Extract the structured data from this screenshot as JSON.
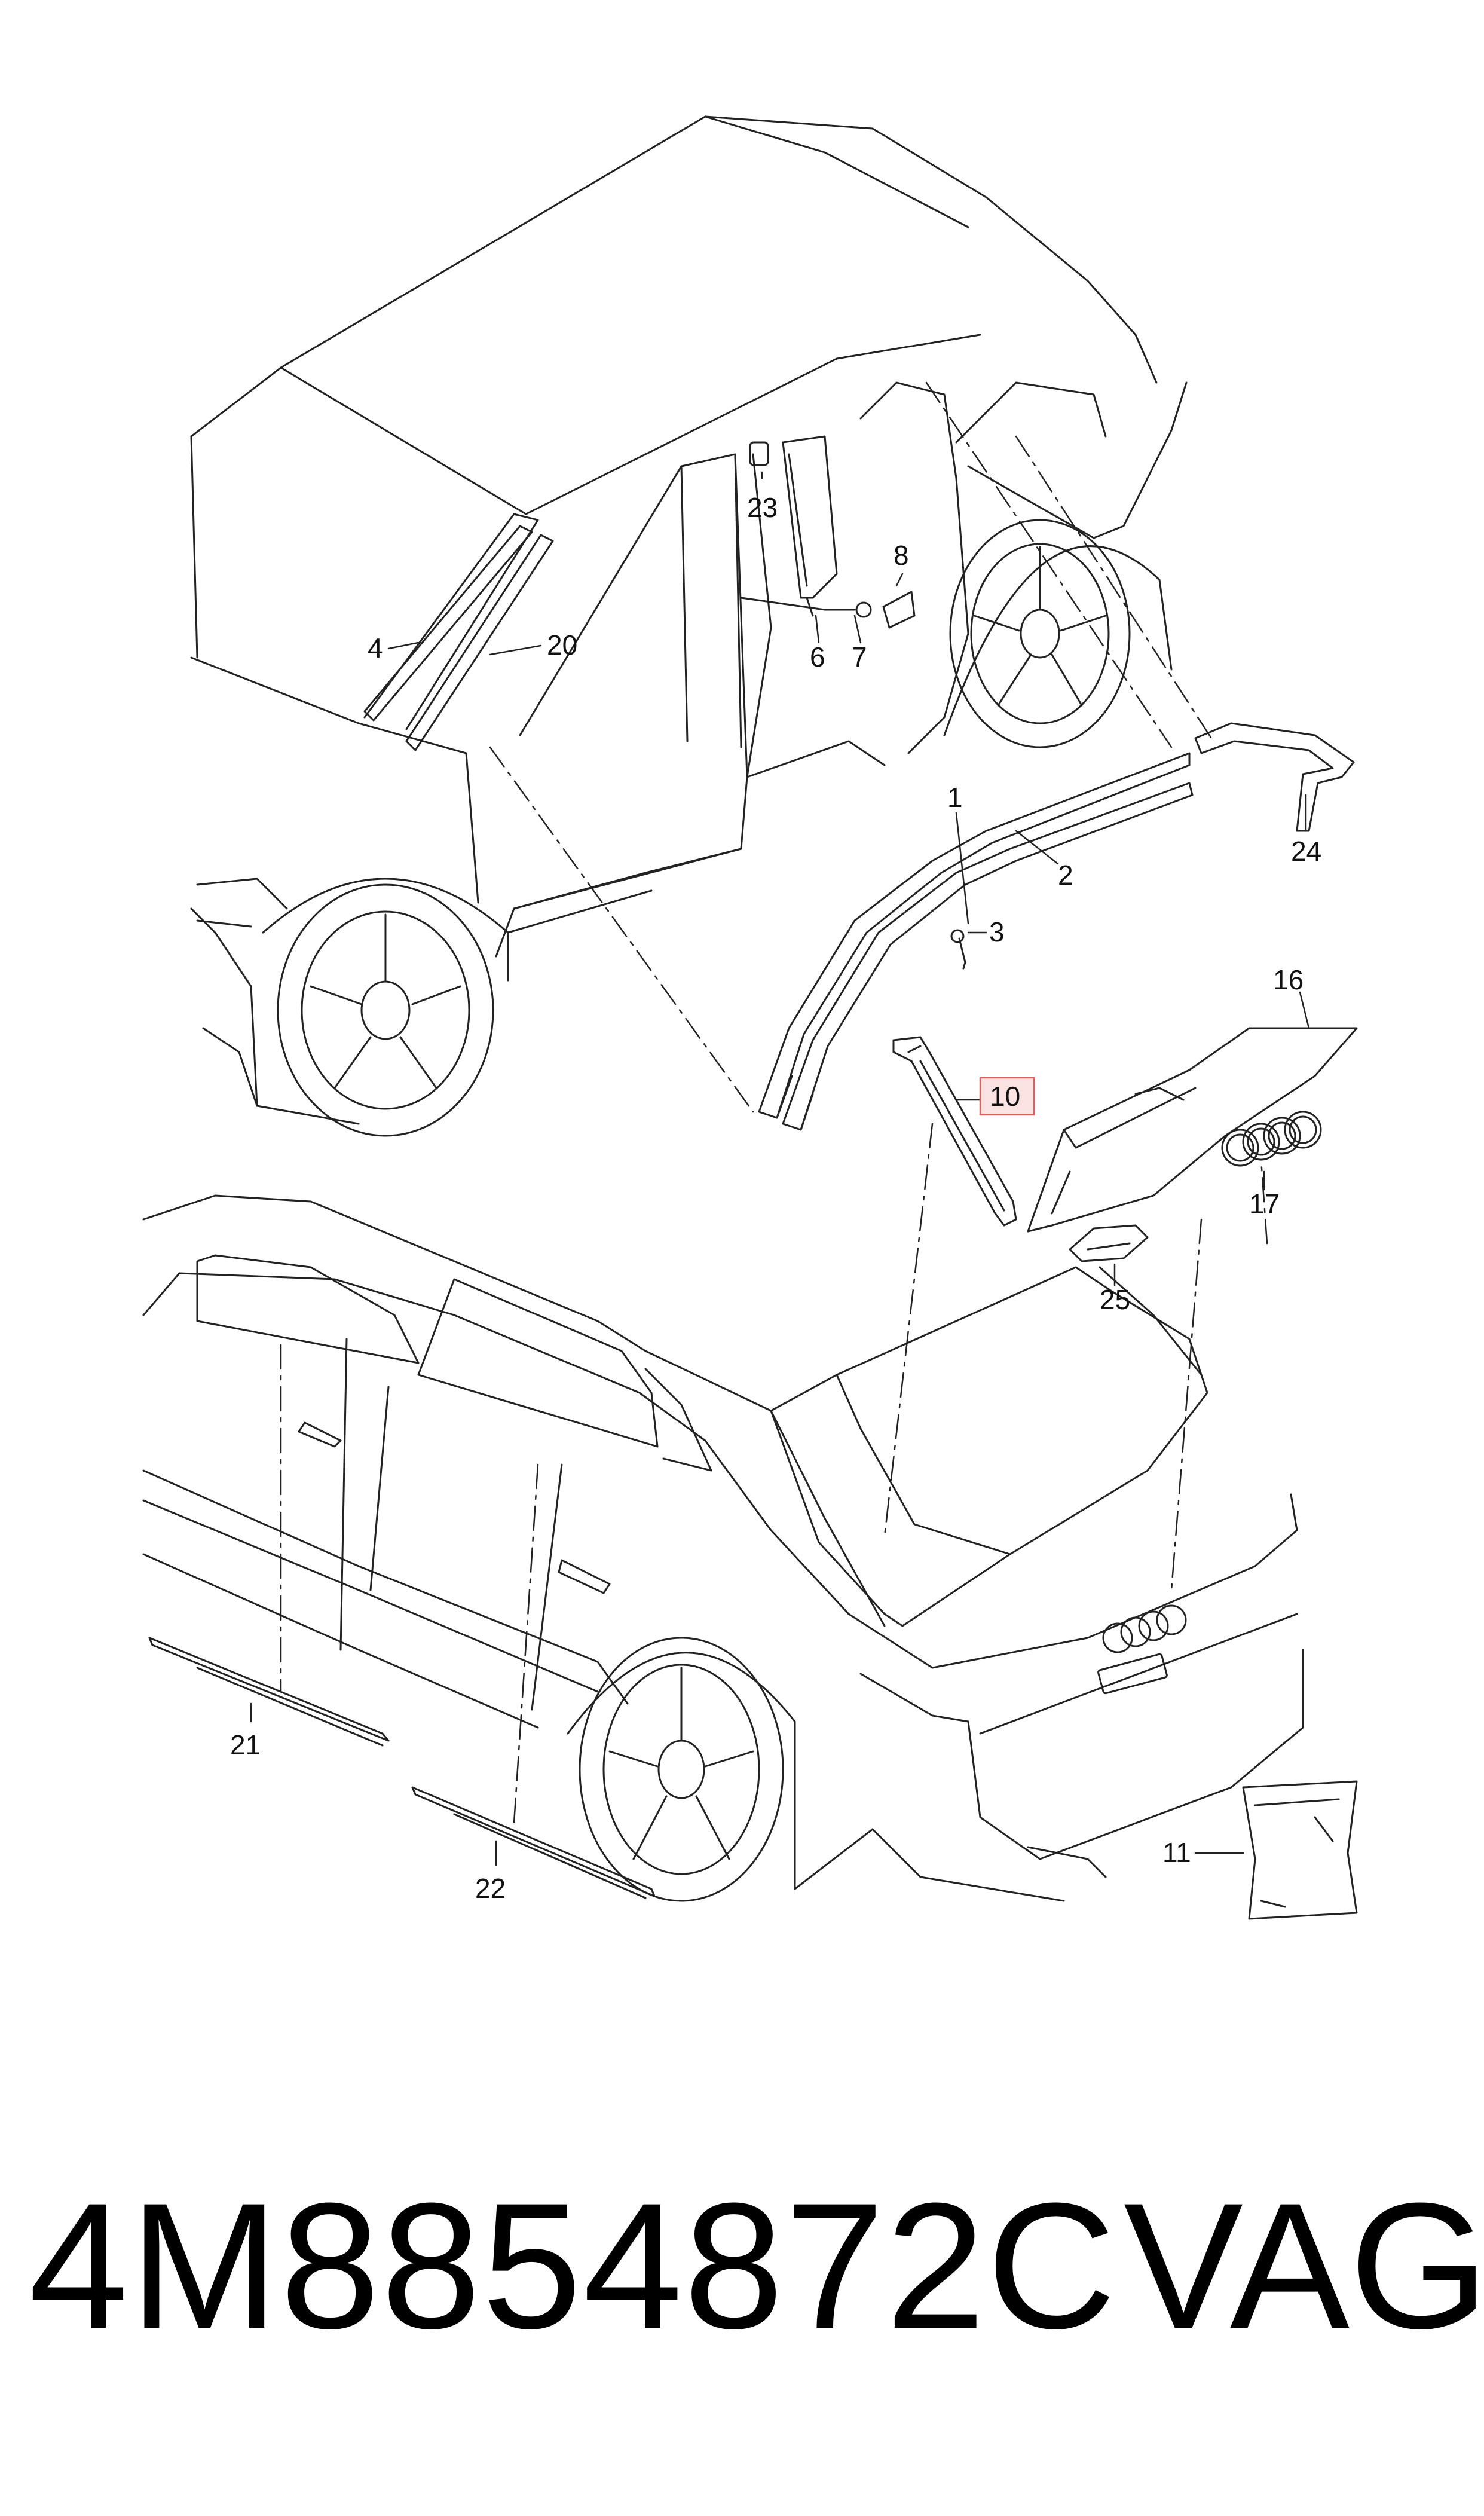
{
  "diagram": {
    "callouts": {
      "c1": "1",
      "c2": "2",
      "c3": "3",
      "c4": "4",
      "c6": "6",
      "c7": "7",
      "c8": "8",
      "c10": "10",
      "c11": "11",
      "c16": "16",
      "c17": "17",
      "c20": "20",
      "c21": "21",
      "c22": "22",
      "c23": "23",
      "c24": "24",
      "c25": "25"
    },
    "highlight_color": "#e06060",
    "highlight_fill": "#fbe3e3"
  },
  "footer": {
    "part_number": "4M8854872C",
    "brand": "VAG"
  }
}
